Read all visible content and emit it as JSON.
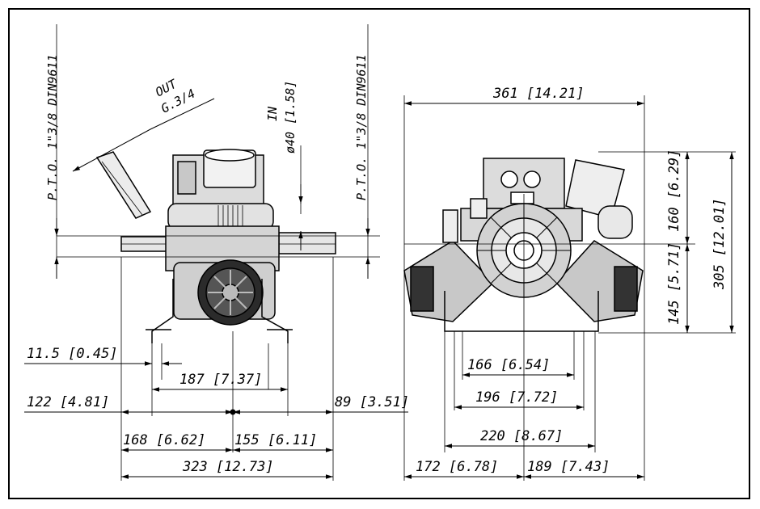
{
  "drawing": {
    "left_view": {
      "pto_label": "P.T.O. 1\"3/8 DIN9611",
      "out_label": "OUT",
      "out_thread": "G.3/4",
      "in_label": "IN",
      "in_diameter": "ø40 [1.58]",
      "dims": {
        "d_11_5": "11.5 [0.45]",
        "d_187": "187 [7.37]",
        "d_122": "122 [4.81]",
        "d_89": "89 [3.51]",
        "d_168": "168 [6.62]",
        "d_155": "155 [6.11]",
        "d_323": "323 [12.73]"
      }
    },
    "right_view": {
      "pto_label": "P.T.O. 1\"3/8 DIN9611",
      "dims": {
        "d_361": "361 [14.21]",
        "d_160": "160 [6.29]",
        "d_305": "305 [12.01]",
        "d_145": "145 [5.71]",
        "d_166": "166 [6.54]",
        "d_196": "196 [7.72]",
        "d_220": "220 [8.67]",
        "d_172": "172 [6.78]",
        "d_189": "189 [7.43]"
      }
    }
  }
}
